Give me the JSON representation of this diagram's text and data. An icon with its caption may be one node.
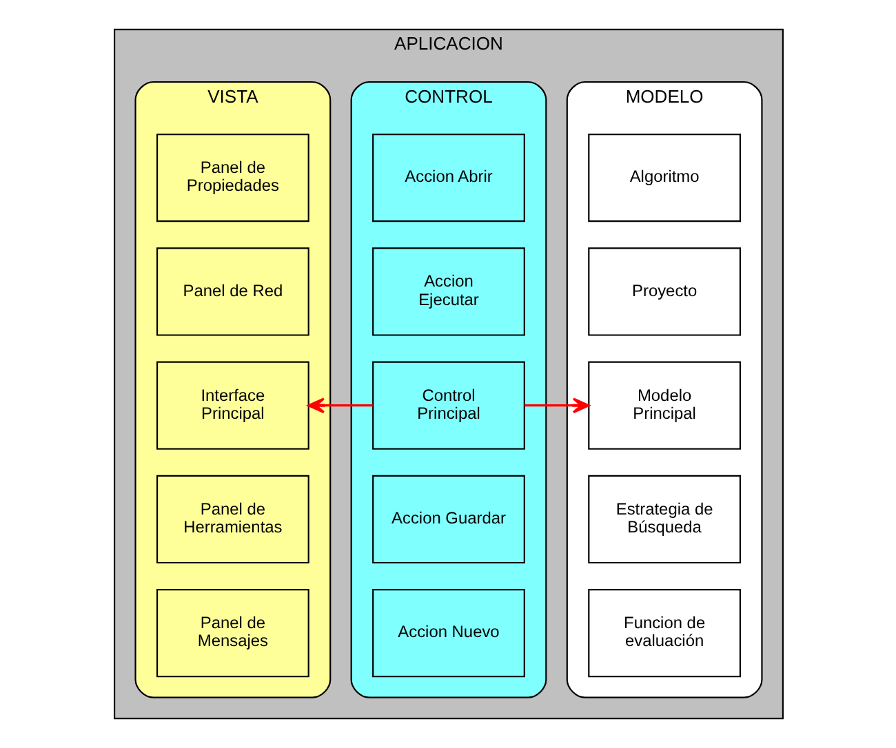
{
  "diagram": {
    "nodes": [
      {
        "text": [
          "APLICACION"
        ]
      },
      {
        "text": [
          "MODELO"
        ],
        "in": 0
      },
      {
        "text": [
          "Algoritmo"
        ],
        "in": 1
      },
      {
        "text": [
          "Proyecto"
        ],
        "in": 1
      },
      {
        "text": [
          "Modelo Principal"
        ],
        "in": 1
      },
      {
        "text": [
          "Estrategia de Búsqueda"
        ],
        "in": 1
      },
      {
        "text": [
          "Funcion de evaluación"
        ],
        "in": 1
      },
      {
        "text": [
          "CONTROL"
        ],
        "in": 0
      },
      {
        "text": [
          "Accion Abrir"
        ],
        "in": 7
      },
      {
        "text": [
          "Accion Ejecutar"
        ],
        "in": 7
      },
      {
        "text": [
          "Control Principal"
        ],
        "in": 7
      },
      {
        "text": [
          "Accion Guardar"
        ],
        "in": 7
      },
      {
        "text": [
          "Accion Nuevo"
        ],
        "in": 7
      },
      {
        "text": [
          "VISTA"
        ],
        "in": 0
      },
      {
        "text": [
          "Panel de Propiedades"
        ],
        "in": 13
      },
      {
        "text": [
          "Panel de Red"
        ],
        "in": 13
      },
      {
        "text": [
          "Interface Principal"
        ],
        "in": 13
      },
      {
        "text": [
          "Panel de Herramientas"
        ],
        "in": 13
      },
      {
        "text": [
          "Panel de Mensajes"
        ],
        "in": 13
      }
    ],
    "edges": [
      {
        "from": 10,
        "to": 4,
        "arrow": "to",
        "color": "#ff0000"
      },
      {
        "from": 10,
        "to": 16,
        "arrow": "to",
        "color": "#ff0000"
      }
    ]
  }
}
